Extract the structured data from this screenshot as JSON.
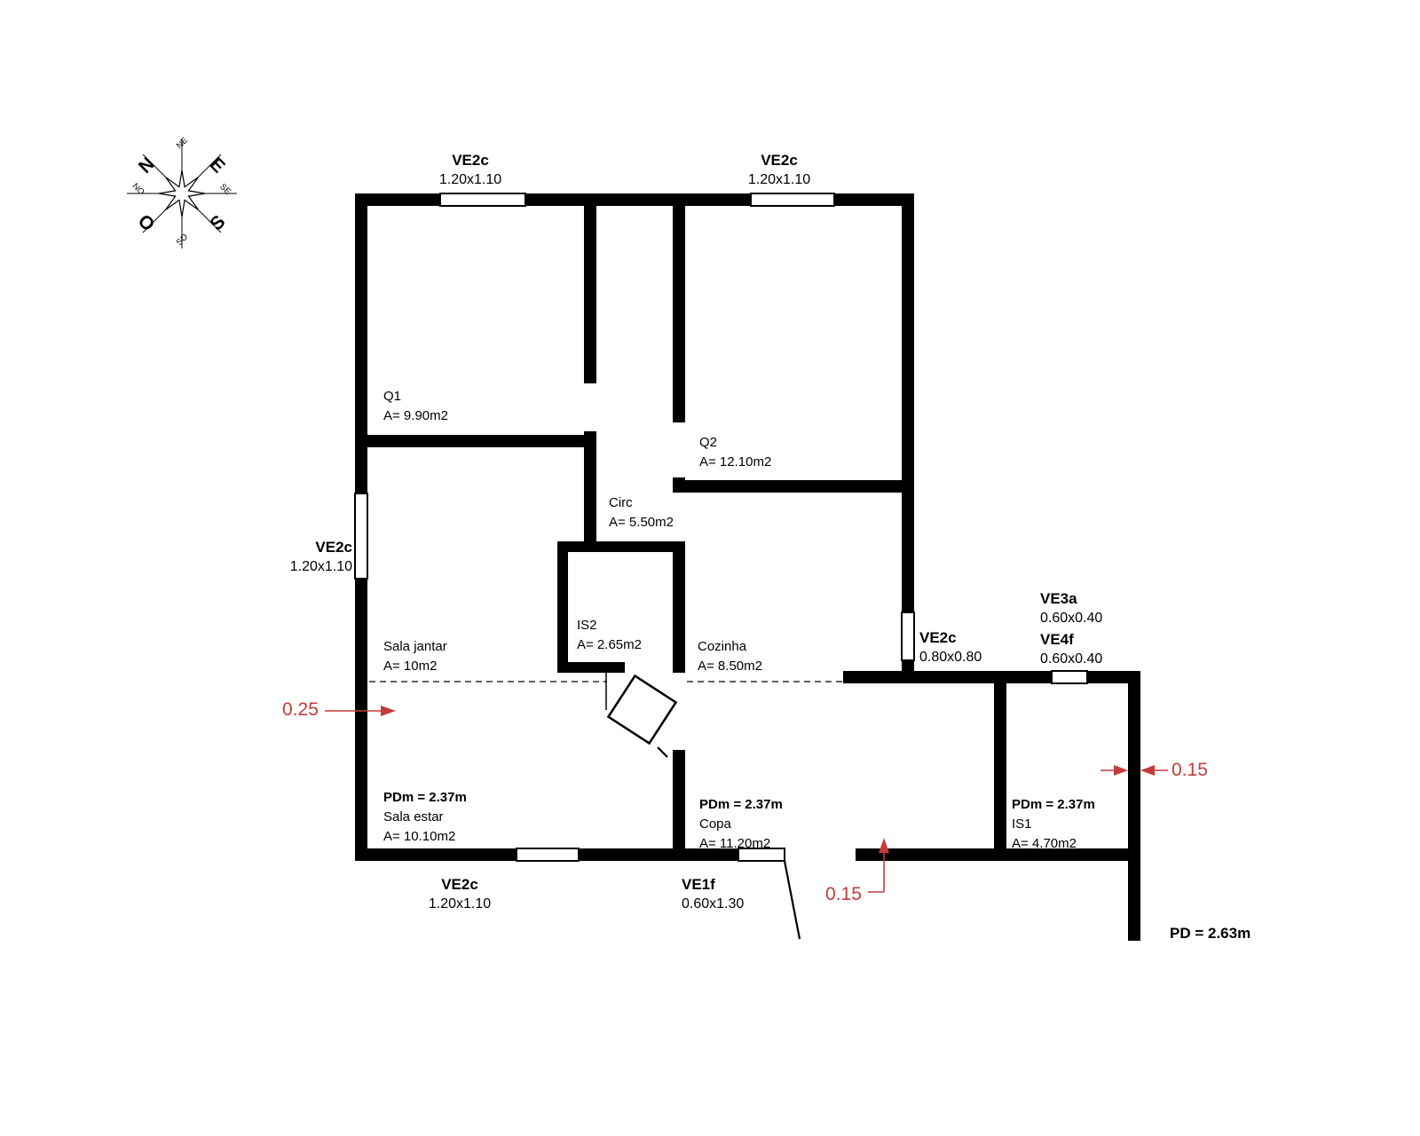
{
  "palette": {
    "background": "#ffffff",
    "ink": "#000000",
    "accent_red": "#c43b3b"
  },
  "compass": {
    "n": "N",
    "e": "E",
    "s": "S",
    "o": "O",
    "ne": "NE",
    "se": "SE",
    "so": "SO",
    "no": "NO"
  },
  "rooms": {
    "q1": {
      "name": "Q1",
      "area": "A= 9.90m2"
    },
    "q2": {
      "name": "Q2",
      "area": "A= 12.10m2"
    },
    "circ": {
      "name": "Circ",
      "area": "A= 5.50m2"
    },
    "is2": {
      "name": "IS2",
      "area": "A= 2.65m2"
    },
    "sala_jantar": {
      "name": "Sala jantar",
      "area": "A= 10m2"
    },
    "cozinha": {
      "name": "Cozinha",
      "area": "A= 8.50m2"
    },
    "sala_estar": {
      "ceiling": "PDm = 2.37m",
      "name": "Sala estar",
      "area": "A= 10.10m2"
    },
    "copa": {
      "ceiling": "PDm = 2.37m",
      "name": "Copa",
      "area": "A= 11.20m2"
    },
    "is1": {
      "ceiling": "PDm = 2.37m",
      "name": "IS1",
      "area": "A= 4.70m2"
    }
  },
  "openings": {
    "top_left": {
      "code": "VE2c",
      "size": "1.20x1.10"
    },
    "top_right": {
      "code": "VE2c",
      "size": "1.20x1.10"
    },
    "left": {
      "code": "VE2c",
      "size": "1.20x1.10"
    },
    "bottom": {
      "code": "VE2c",
      "size": "1.20x1.10"
    },
    "ve1f": {
      "code": "VE1f",
      "size": "0.60x1.30"
    },
    "ve2c_small": {
      "code": "VE2c",
      "size": "0.80x0.80"
    },
    "ve3a": {
      "code": "VE3a",
      "size": "0.60x0.40"
    },
    "ve4f": {
      "code": "VE4f",
      "size": "0.60x0.40"
    }
  },
  "dimensions": {
    "wall_left": "0.25",
    "wall_bottom": "0.15",
    "wall_right": "0.15"
  },
  "notes": {
    "exterior_ceiling": "PD = 2.63m"
  }
}
